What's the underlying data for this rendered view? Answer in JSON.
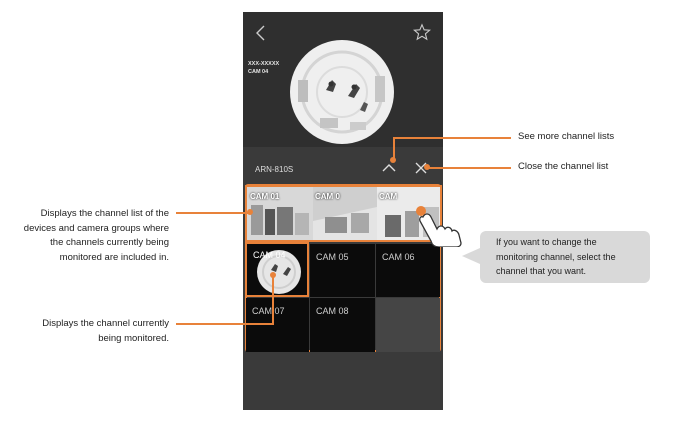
{
  "viewer": {
    "camera_id": "XXX-XXXXX",
    "camera_name": "CAM 04",
    "icons": {
      "back": "back-arrow-icon",
      "favorite": "star-icon"
    }
  },
  "channel_panel": {
    "title": "ARN-810S",
    "icons": {
      "more": "chevron-up-icon",
      "close": "close-icon"
    },
    "group_row": [
      {
        "label": "CAM 01"
      },
      {
        "label": "CAM 0"
      },
      {
        "label": "CAM"
      }
    ],
    "cells": [
      {
        "label": "CAM 04",
        "selected": true
      },
      {
        "label": "CAM 05"
      },
      {
        "label": "CAM 06"
      },
      {
        "label": "CAM 07"
      },
      {
        "label": "CAM 08"
      },
      {
        "label": ""
      }
    ]
  },
  "annotations": {
    "more_lists": "See more channel lists",
    "close_list": "Close the channel list",
    "group_list": [
      "Displays the channel list of the",
      "devices and camera groups where",
      "the channels currently being",
      "monitored are included in."
    ],
    "current_channel": [
      "Displays the channel currently",
      "being monitored."
    ],
    "change_channel": [
      "If you want to change the",
      "monitoring channel, select the",
      "channel that you want."
    ]
  },
  "colors": {
    "accent": "#e8823a",
    "phone_bg": "#3a3a3a",
    "cell_bg": "#0b0b0b",
    "bubble": "#d9d9d9"
  }
}
